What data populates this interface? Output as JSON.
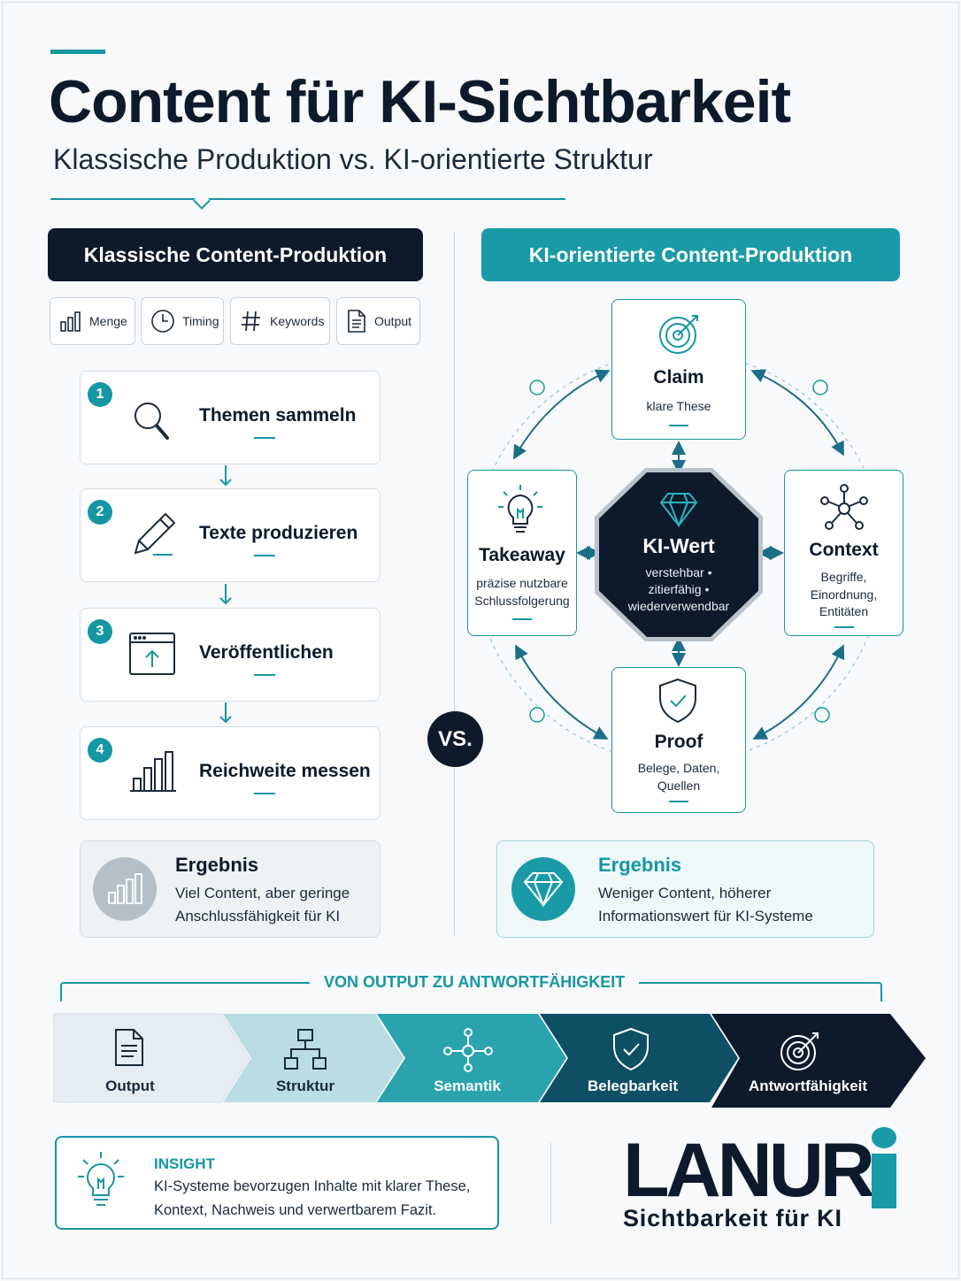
{
  "header": {
    "title": "Content für KI-Sichtbarkeit",
    "subtitle": "Klassische Produktion vs. KI-orientierte Struktur"
  },
  "left": {
    "heading": "Klassische Content-Produktion",
    "chips": [
      {
        "label": "Menge",
        "icon": "bar-chart-icon"
      },
      {
        "label": "Timing",
        "icon": "clock-icon"
      },
      {
        "label": "Keywords",
        "icon": "hashtag-icon"
      },
      {
        "label": "Output",
        "icon": "document-icon"
      }
    ],
    "steps": [
      {
        "num": "1",
        "label": "Themen sammeln",
        "icon": "magnifier-icon"
      },
      {
        "num": "2",
        "label": "Texte produzieren",
        "icon": "pencil-icon"
      },
      {
        "num": "3",
        "label": "Veröffentlichen",
        "icon": "upload-window-icon"
      },
      {
        "num": "4",
        "label": "Reichweite messen",
        "icon": "bar-chart-icon"
      }
    ],
    "result": {
      "title": "Ergebnis",
      "line1": "Viel Content, aber geringe",
      "line2": "Anschlussfähigkeit für KI"
    }
  },
  "vs": "VS.",
  "right": {
    "heading": "KI-orientierte Content-Produktion",
    "claim": {
      "title": "Claim",
      "sub": "klare These",
      "icon": "target-icon"
    },
    "takeaway": {
      "title": "Takeaway",
      "sub1": "präzise nutzbare",
      "sub2": "Schlussfolgerung",
      "icon": "lightbulb-icon"
    },
    "context": {
      "title": "Context",
      "sub1": "Begriffe,",
      "sub2": "Einordnung,",
      "sub3": "Entitäten",
      "icon": "network-icon"
    },
    "proof": {
      "title": "Proof",
      "sub1": "Belege, Daten,",
      "sub2": "Quellen",
      "icon": "shield-check-icon"
    },
    "center": {
      "title": "KI-Wert",
      "line1": "verstehbar •",
      "line2": "zitierfähig •",
      "line3": "wiederverwendbar",
      "icon": "diamond-icon"
    },
    "result": {
      "title": "Ergebnis",
      "line1": "Weniger Content, höherer",
      "line2": "Informationswert für KI-Systeme"
    }
  },
  "process": {
    "label": "VON OUTPUT ZU ANTWORTFÄHIGKEIT",
    "steps": [
      {
        "label": "Output",
        "icon": "document-icon",
        "color": "#e6edf2"
      },
      {
        "label": "Struktur",
        "icon": "hierarchy-icon",
        "color": "#b9dde2"
      },
      {
        "label": "Semantik",
        "icon": "network-icon",
        "color": "#2aa3af"
      },
      {
        "label": "Belegbarkeit",
        "icon": "shield-check-icon",
        "color": "#0f4f66"
      },
      {
        "label": "Antwortfähigkeit",
        "icon": "target-icon",
        "color": "#0d1a2c"
      }
    ]
  },
  "insight": {
    "title": "INSIGHT",
    "line1": "KI-Systeme bevorzugen Inhalte mit klarer These,",
    "line2": "Kontext, Nachweis und verwertbarem Fazit."
  },
  "logo": {
    "word": "LANUR",
    "tagline": "Sichtbarkeit für KI"
  },
  "colors": {
    "teal": "#1a9aa6",
    "navy": "#0d1a2c"
  }
}
